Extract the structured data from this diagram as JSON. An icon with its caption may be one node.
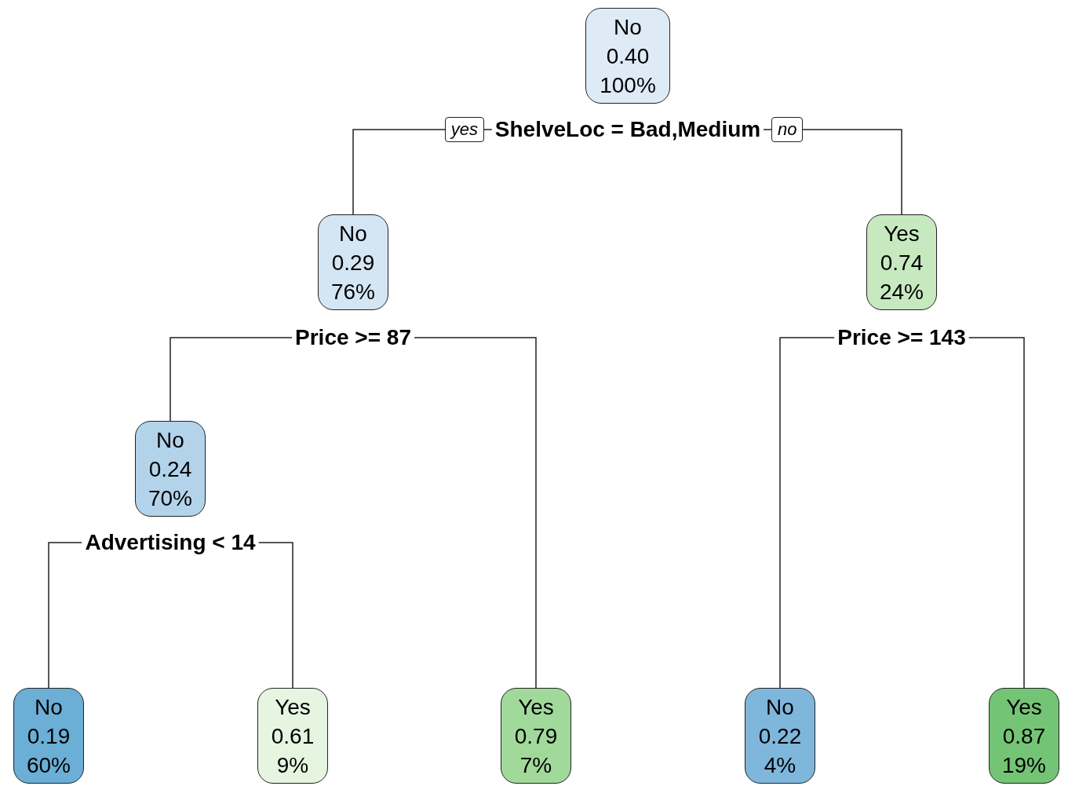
{
  "diagram": {
    "nodes": [
      {
        "text": [
          "No",
          "0.40",
          "100%"
        ]
      },
      {
        "text": [
          "ShelveLoc = Bad,Medium"
        ]
      },
      {
        "text": [
          "No",
          "0.29",
          "76%"
        ]
      },
      {
        "text": [
          "Yes",
          "0.74",
          "24%"
        ]
      },
      {
        "text": [
          "Price >= 87"
        ]
      },
      {
        "text": [
          "Price >= 143"
        ]
      },
      {
        "text": [
          "No",
          "0.24",
          "70%"
        ]
      },
      {
        "text": [
          "Advertising < 14"
        ]
      },
      {
        "text": [
          "No",
          "0.19",
          "60%"
        ]
      },
      {
        "text": [
          "Yes",
          "0.61",
          "9%"
        ]
      },
      {
        "text": [
          "Yes",
          "0.79",
          "7%"
        ]
      },
      {
        "text": [
          "No",
          "0.22",
          "4%"
        ]
      },
      {
        "text": [
          "Yes",
          "0.87",
          "19%"
        ]
      }
    ],
    "edges": [
      {
        "from": 1,
        "to": 2,
        "arrow": "none",
        "label": "yes"
      },
      {
        "from": 1,
        "to": 3,
        "arrow": "none",
        "label": "no"
      },
      {
        "from": 4,
        "to": 6,
        "arrow": "none"
      },
      {
        "from": 4,
        "to": 10,
        "arrow": "none"
      },
      {
        "from": 5,
        "to": 11,
        "arrow": "none"
      },
      {
        "from": 5,
        "to": 12,
        "arrow": "none"
      },
      {
        "from": 7,
        "to": 8,
        "arrow": "none"
      },
      {
        "from": 7,
        "to": 9,
        "arrow": "none"
      }
    ]
  }
}
